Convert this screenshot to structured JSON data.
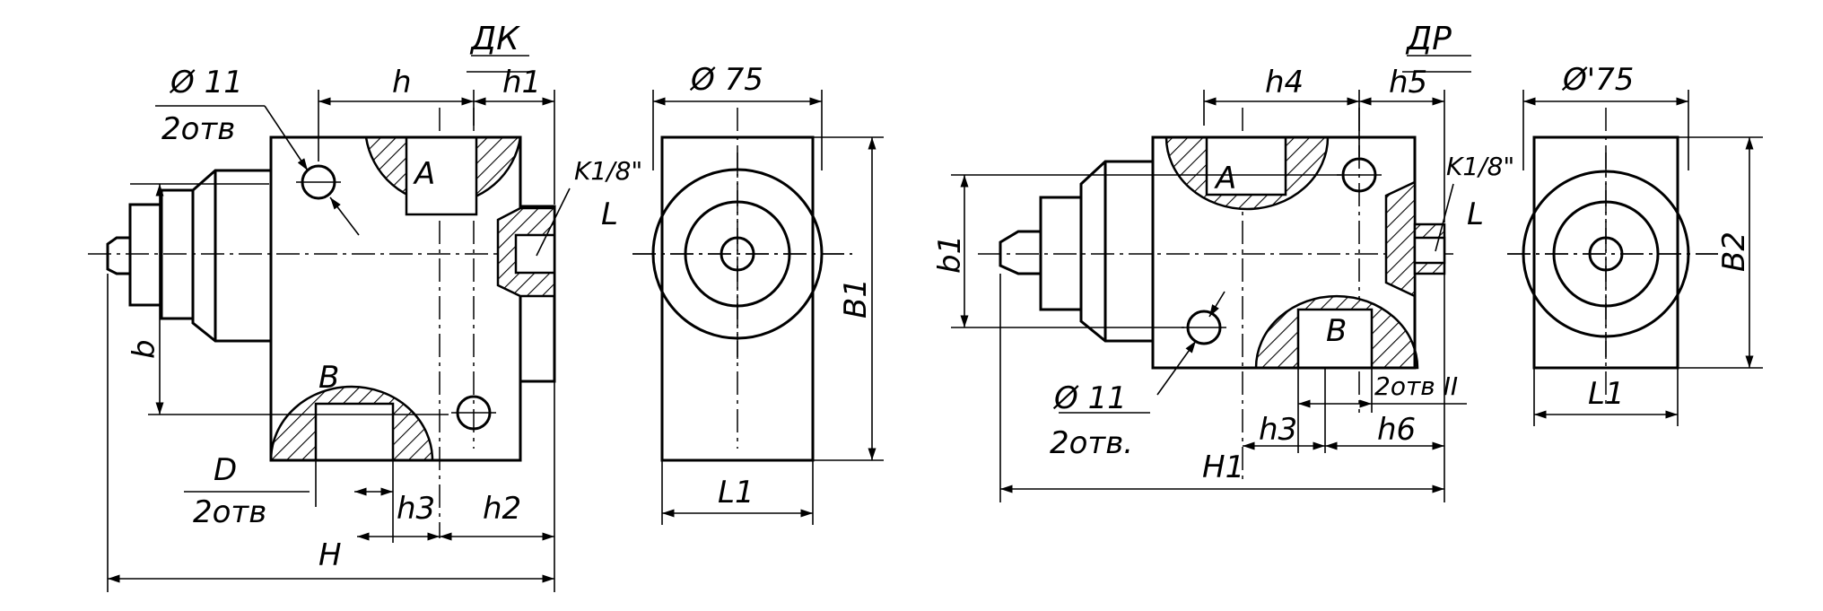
{
  "diagram": {
    "left_view": {
      "title": "ДК",
      "labels": {
        "hole_diameter": "Ø 11",
        "hole_count": "2отв",
        "h": "h",
        "h1": "h1",
        "port_A": "A",
        "port_B": "B",
        "thread": "K1/8\"",
        "L": "L",
        "b": "b",
        "D": "D",
        "D_count": "2отв",
        "h3": "h3",
        "h2": "h2",
        "H": "H",
        "side_diameter": "Ø 75",
        "B1": "B1",
        "L1": "L1"
      }
    },
    "right_view": {
      "title": "ДР",
      "labels": {
        "h4": "h4",
        "h5": "h5",
        "port_A": "A",
        "port_B": "B",
        "thread": "K1/8\"",
        "L": "L",
        "b1": "b1",
        "hole_diameter": "Ø 11",
        "hole_count": "2отв.",
        "B_count": "2отв II",
        "h3": "h3",
        "h6": "h6",
        "H1": "H1",
        "side_diameter": "Ø'75",
        "B2": "B2",
        "L1": "L1"
      }
    }
  }
}
